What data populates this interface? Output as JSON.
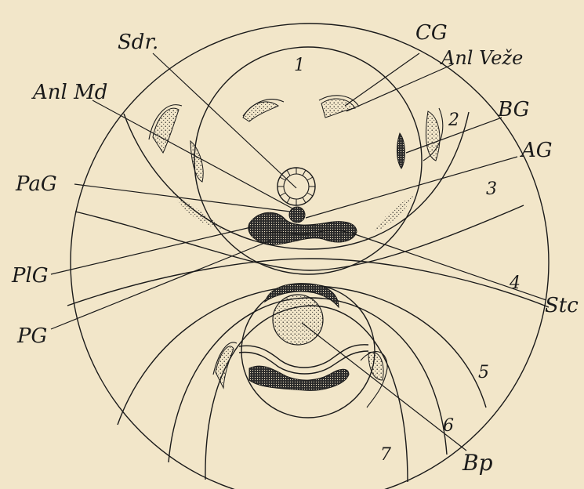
{
  "labels": {
    "CG": "CG",
    "Sdr": "Sdr.",
    "AnlVeze": "Anl Veže",
    "AnlMd": "Anl Md",
    "BG": "BG",
    "AG": "AG",
    "PaG": "PaG",
    "PlG": "PlG",
    "PG": "PG",
    "Stc": "Stc",
    "Bp": "Bp"
  },
  "zones": [
    "1",
    "2",
    "3",
    "4",
    "5",
    "6",
    "7"
  ],
  "colors": {
    "background": "#f2e6c9",
    "ink": "#1a1a1a"
  }
}
